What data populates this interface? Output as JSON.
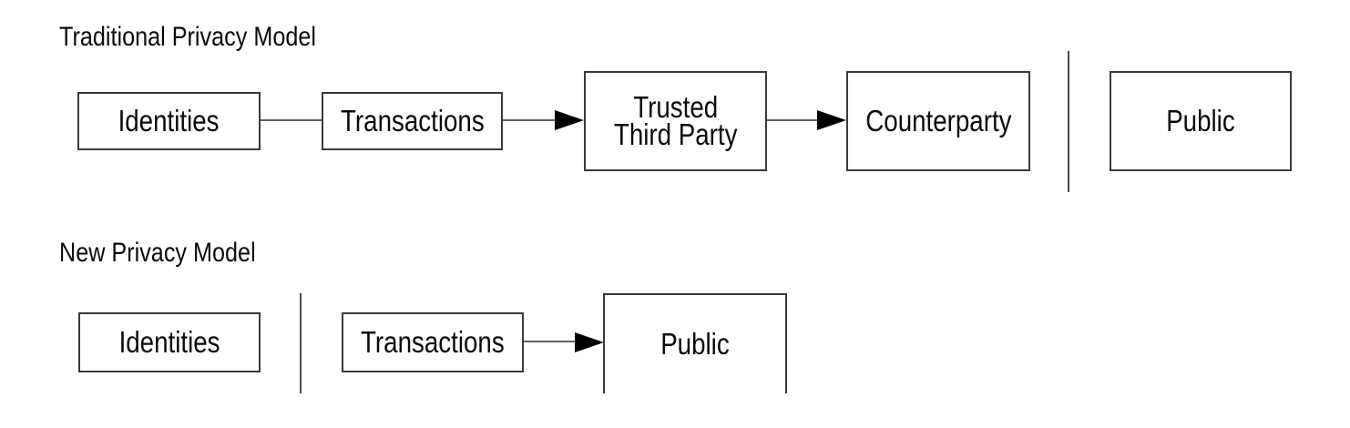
{
  "page": {
    "background": "#ffffff",
    "colors": {
      "box_border": "#3a3a3a",
      "connector_line": "#606060",
      "divider_line": "#4a4a4a",
      "arrowhead": "#000000",
      "text": "#0a0a0a"
    }
  },
  "traditional_model": {
    "title": "Traditional Privacy Model",
    "nodes": [
      {
        "id": "identities",
        "label": "Identities"
      },
      {
        "id": "transactions",
        "label": "Transactions"
      },
      {
        "id": "trusted-third-party",
        "label": "Trusted\nThird Party"
      },
      {
        "id": "counterparty",
        "label": "Counterparty"
      },
      {
        "id": "public",
        "label": "Public"
      }
    ],
    "edges": [
      {
        "from": "identities",
        "to": "transactions",
        "style": "plain-line"
      },
      {
        "from": "transactions",
        "to": "trusted-third-party",
        "style": "arrow"
      },
      {
        "from": "trusted-third-party",
        "to": "counterparty",
        "style": "arrow"
      },
      {
        "type": "divider",
        "between": [
          "counterparty",
          "public"
        ]
      }
    ]
  },
  "new_model": {
    "title": "New Privacy Model",
    "nodes": [
      {
        "id": "identities",
        "label": "Identities"
      },
      {
        "id": "transactions",
        "label": "Transactions"
      },
      {
        "id": "public",
        "label": "Public"
      }
    ],
    "edges": [
      {
        "type": "divider",
        "between": [
          "identities",
          "transactions"
        ]
      },
      {
        "from": "transactions",
        "to": "public",
        "style": "arrow"
      }
    ]
  }
}
